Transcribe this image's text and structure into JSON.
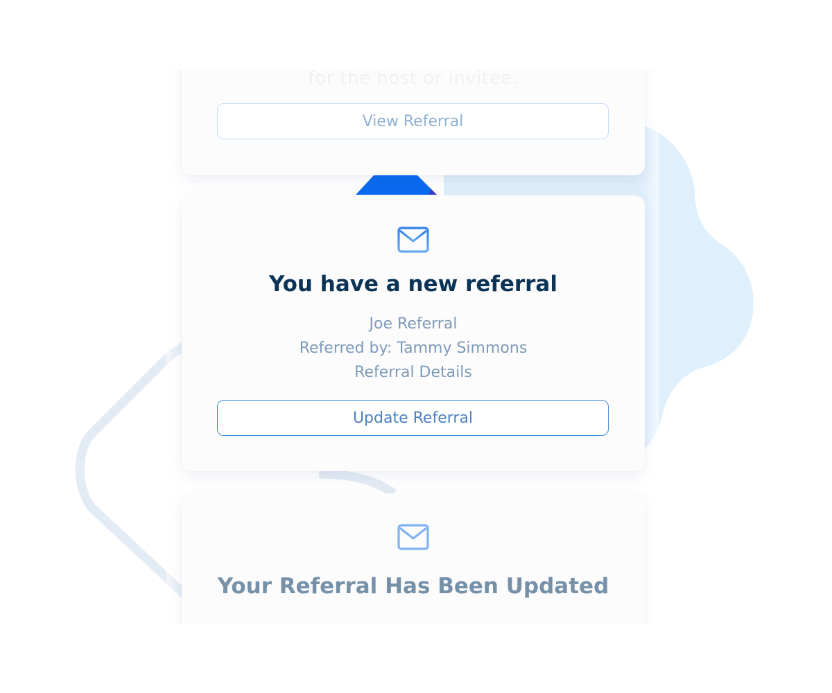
{
  "colors": {
    "cloud_fill": "#e0effc",
    "outline_stroke": "#e3ebf5",
    "accent_blue": "#0a6af0",
    "title_dark": "#0b3356",
    "title_muted": "#7590a7",
    "detail_text": "#7f9ab8",
    "button_border_active": "#3d8ad6",
    "button_border_faded": "#c6dcf3"
  },
  "cards": {
    "previous": {
      "faded_text": "for the host or invitee.",
      "button_label": "View Referral"
    },
    "current": {
      "icon": "envelope-icon",
      "title": "You have a new referral",
      "lines": {
        "name": "Joe Referral",
        "referred_by": "Referred by: Tammy Simmons",
        "details": "Referral Details"
      },
      "button_label": "Update Referral"
    },
    "next": {
      "icon": "envelope-icon",
      "title": "Your Referral Has Been Updated"
    }
  }
}
